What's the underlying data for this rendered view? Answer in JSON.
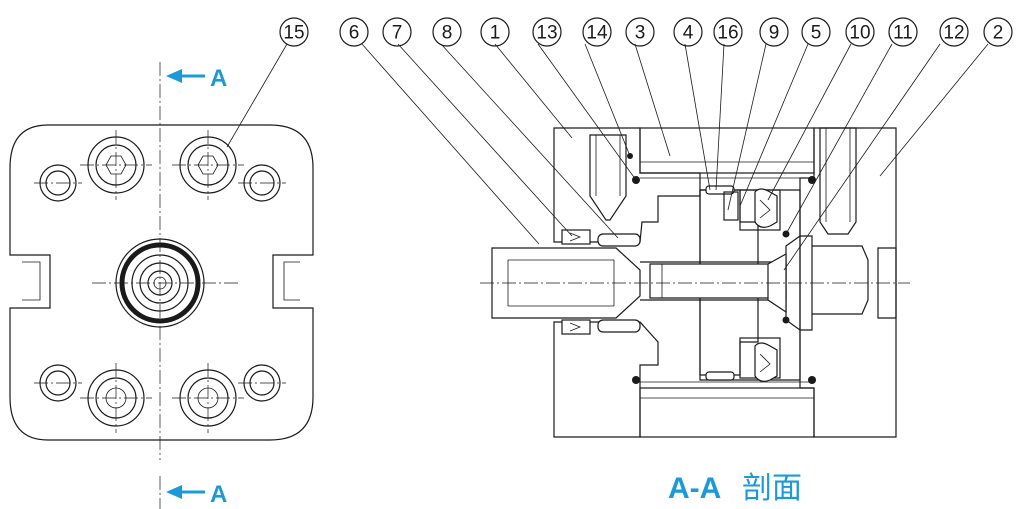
{
  "part_numbers": {
    "top_view": "15",
    "section": [
      "6",
      "7",
      "8",
      "1",
      "13",
      "14",
      "3",
      "4",
      "16",
      "9",
      "5",
      "10",
      "11",
      "12",
      "2"
    ]
  },
  "section_markers": {
    "top": "A",
    "bottom": "A"
  },
  "caption": {
    "label": "A-A",
    "suffix": "剖面"
  },
  "colors": {
    "accent": "#1a9ad6",
    "line": "#1a1a1a"
  }
}
